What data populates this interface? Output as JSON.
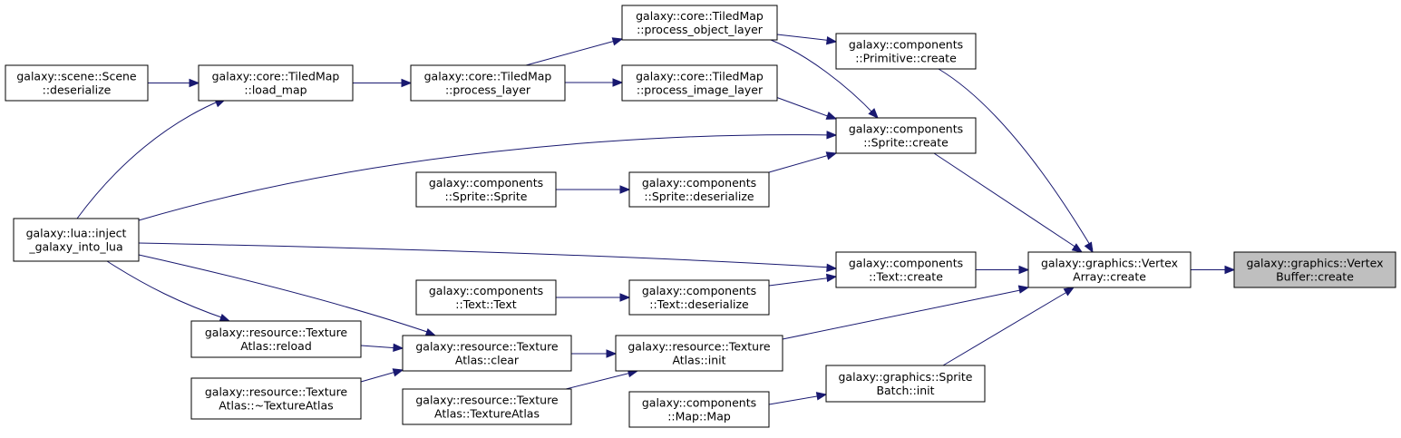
{
  "colors": {
    "edge": "#191970",
    "node_fill": "#ffffff",
    "root_fill": "#bfbfbf",
    "border": "#000000"
  },
  "nodes": [
    {
      "id": "vb_create",
      "lines": [
        "galaxy::graphics::Vertex",
        "Buffer::create"
      ],
      "root": true
    },
    {
      "id": "va_create",
      "lines": [
        "galaxy::graphics::Vertex",
        "Array::create"
      ]
    },
    {
      "id": "prim_create",
      "lines": [
        "galaxy::components",
        "::Primitive::create"
      ]
    },
    {
      "id": "sprite_create",
      "lines": [
        "galaxy::components",
        "::Sprite::create"
      ]
    },
    {
      "id": "text_create",
      "lines": [
        "galaxy::components",
        "::Text::create"
      ]
    },
    {
      "id": "atlas_init",
      "lines": [
        "galaxy::resource::Texture",
        "Atlas::init"
      ]
    },
    {
      "id": "batch_init",
      "lines": [
        "galaxy::graphics::Sprite",
        "Batch::init"
      ]
    },
    {
      "id": "proc_object",
      "lines": [
        "galaxy::core::TiledMap",
        "::process_object_layer"
      ]
    },
    {
      "id": "proc_image",
      "lines": [
        "galaxy::core::TiledMap",
        "::process_image_layer"
      ]
    },
    {
      "id": "proc_layer",
      "lines": [
        "galaxy::core::TiledMap",
        "::process_layer"
      ]
    },
    {
      "id": "load_map",
      "lines": [
        "galaxy::core::TiledMap",
        "::load_map"
      ]
    },
    {
      "id": "scene_deser",
      "lines": [
        "galaxy::scene::Scene",
        "::deserialize"
      ]
    },
    {
      "id": "lua_inject",
      "lines": [
        "galaxy::lua::inject",
        "_galaxy_into_lua"
      ]
    },
    {
      "id": "sprite_deser",
      "lines": [
        "galaxy::components",
        "::Sprite::deserialize"
      ]
    },
    {
      "id": "sprite_sprite",
      "lines": [
        "galaxy::components",
        "::Sprite::Sprite"
      ]
    },
    {
      "id": "text_deser",
      "lines": [
        "galaxy::components",
        "::Text::deserialize"
      ]
    },
    {
      "id": "text_text",
      "lines": [
        "galaxy::components",
        "::Text::Text"
      ]
    },
    {
      "id": "atlas_clear",
      "lines": [
        "galaxy::resource::Texture",
        "Atlas::clear"
      ]
    },
    {
      "id": "atlas_reload",
      "lines": [
        "galaxy::resource::Texture",
        "Atlas::reload"
      ]
    },
    {
      "id": "atlas_dtor",
      "lines": [
        "galaxy::resource::Texture",
        "Atlas::~TextureAtlas"
      ]
    },
    {
      "id": "atlas_ctor",
      "lines": [
        "galaxy::resource::Texture",
        "Atlas::TextureAtlas"
      ]
    },
    {
      "id": "map_map",
      "lines": [
        "galaxy::components",
        "::Map::Map"
      ]
    }
  ],
  "edges": [
    {
      "from": "va_create",
      "to": "vb_create"
    },
    {
      "from": "prim_create",
      "to": "va_create"
    },
    {
      "from": "sprite_create",
      "to": "va_create"
    },
    {
      "from": "text_create",
      "to": "va_create"
    },
    {
      "from": "atlas_init",
      "to": "va_create"
    },
    {
      "from": "batch_init",
      "to": "va_create"
    },
    {
      "from": "proc_object",
      "to": "prim_create"
    },
    {
      "from": "proc_object",
      "to": "sprite_create"
    },
    {
      "from": "proc_image",
      "to": "sprite_create"
    },
    {
      "from": "lua_inject",
      "to": "sprite_create"
    },
    {
      "from": "sprite_deser",
      "to": "sprite_create"
    },
    {
      "from": "lua_inject",
      "to": "text_create"
    },
    {
      "from": "text_deser",
      "to": "text_create"
    },
    {
      "from": "atlas_clear",
      "to": "atlas_init"
    },
    {
      "from": "atlas_ctor",
      "to": "atlas_init"
    },
    {
      "from": "map_map",
      "to": "batch_init"
    },
    {
      "from": "proc_layer",
      "to": "proc_object"
    },
    {
      "from": "proc_layer",
      "to": "proc_image"
    },
    {
      "from": "load_map",
      "to": "proc_layer"
    },
    {
      "from": "scene_deser",
      "to": "load_map"
    },
    {
      "from": "lua_inject",
      "to": "load_map"
    },
    {
      "from": "sprite_sprite",
      "to": "sprite_deser"
    },
    {
      "from": "text_text",
      "to": "text_deser"
    },
    {
      "from": "atlas_reload",
      "to": "atlas_clear"
    },
    {
      "from": "atlas_dtor",
      "to": "atlas_clear"
    },
    {
      "from": "lua_inject",
      "to": "atlas_clear"
    },
    {
      "from": "lua_inject",
      "to": "atlas_reload"
    }
  ]
}
